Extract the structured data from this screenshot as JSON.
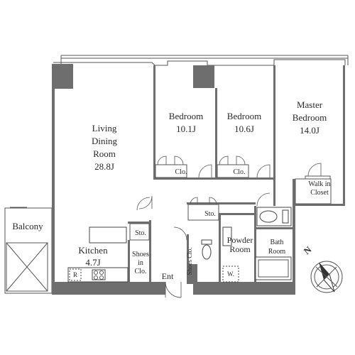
{
  "rooms": {
    "living": {
      "line1": "Living",
      "line2": "Dining",
      "line3": "Room",
      "size": "28.8J"
    },
    "bedroom1": {
      "name": "Bedroom",
      "size": "10.1J"
    },
    "bedroom2": {
      "name": "Bedroom",
      "size": "10.6J"
    },
    "master": {
      "line1": "Master",
      "line2": "Bedroom",
      "size": "14.0J"
    },
    "walkin": {
      "line1": "Walk in",
      "line2": "Closet"
    },
    "kitchen": {
      "name": "Kitchen",
      "size": "4.7J"
    },
    "balcony": {
      "name": "Balcony"
    },
    "powder": {
      "line1": "Powder",
      "line2": "Room"
    },
    "bath": {
      "line1": "Bath",
      "line2": "Room"
    },
    "shoes_in_clo": {
      "line1": "Shoes",
      "line2": "in",
      "line3": "Clo."
    },
    "shoes_clo": {
      "name": "Shoes Clo."
    },
    "entrance": {
      "name": "Ent"
    }
  },
  "closets": {
    "clo1": "Clo.",
    "clo2": "Clo.",
    "sto1": "Sto.",
    "sto2": "Sto."
  },
  "fixtures": {
    "fridge": "R",
    "washer": "W."
  },
  "compass": {
    "north": "N"
  },
  "colors": {
    "wall": "#6e6e6e",
    "line": "#555555",
    "text": "#2a2a2a"
  }
}
